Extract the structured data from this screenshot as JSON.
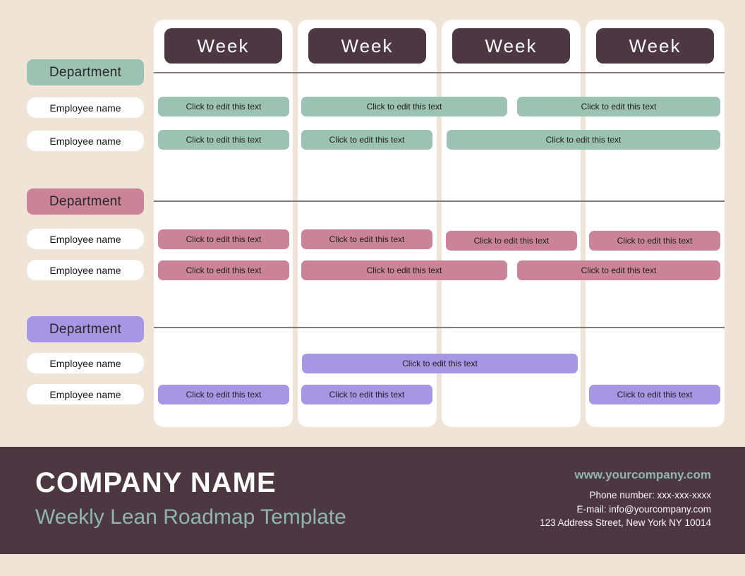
{
  "palette": {
    "background": "#f0e4d6",
    "plum": "#4d3741",
    "teal": "#9bc2b2",
    "pink": "#ca8398",
    "purple": "#a796e4",
    "divider": "#847a7d"
  },
  "board": {
    "week_columns": [
      {
        "label": "Week"
      },
      {
        "label": "Week"
      },
      {
        "label": "Week"
      },
      {
        "label": "Week"
      }
    ]
  },
  "sections": [
    {
      "department_label": "Department",
      "color": "#9bc2b2",
      "employees": [
        {
          "label": "Employee name"
        },
        {
          "label": "Employee name"
        }
      ],
      "bars": [
        {
          "label": "Click to edit this text"
        },
        {
          "label": "Click to edit this text"
        },
        {
          "label": "Click to edit this text"
        },
        {
          "label": "Click to edit this text"
        },
        {
          "label": "Click to edit this text"
        },
        {
          "label": "Click to edit this text"
        }
      ]
    },
    {
      "department_label": "Department",
      "color": "#ca8398",
      "employees": [
        {
          "label": "Employee name"
        },
        {
          "label": "Employee name"
        }
      ],
      "bars": [
        {
          "label": "Click to edit this text"
        },
        {
          "label": "Click to edit this text"
        },
        {
          "label": "Click to edit this text"
        },
        {
          "label": "Click to edit this text"
        },
        {
          "label": "Click to edit this text"
        },
        {
          "label": "Click to edit this text"
        },
        {
          "label": "Click to edit this text"
        }
      ]
    },
    {
      "department_label": "Department",
      "color": "#a796e4",
      "employees": [
        {
          "label": "Employee name"
        },
        {
          "label": "Employee name"
        }
      ],
      "bars": [
        {
          "label": "Click to edit this text"
        },
        {
          "label": "Click to edit this text"
        },
        {
          "label": "Click to edit this text"
        },
        {
          "label": "Click to edit this text"
        }
      ]
    }
  ],
  "footer": {
    "company_name": "COMPANY NAME",
    "subtitle": "Weekly Lean Roadmap Template",
    "website": "www.yourcompany.com",
    "phone": "Phone number: xxx-xxx-xxxx",
    "email": "E-mail: info@yourcompany.com",
    "address": "123 Address Street, New York NY 10014"
  }
}
